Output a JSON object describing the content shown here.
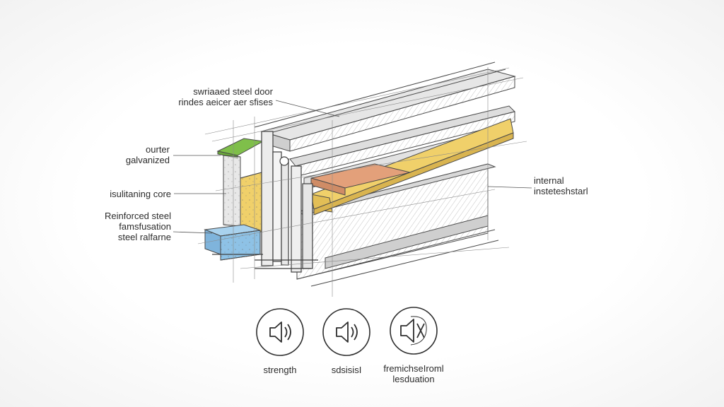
{
  "labels": {
    "top_line1": "swriaaed steel door",
    "top_line2": "rindes aeicer aer sfises",
    "outer_line1": "ourter",
    "outer_line2": "galvanized",
    "insulating_core": "isulitaning core",
    "reinforced_line1": "Reinforced steel",
    "reinforced_line2": "famsfusation",
    "reinforced_line3": "steel ralfarne",
    "internal_line1": "internal",
    "internal_line2": "insteteshstarl"
  },
  "icons": [
    {
      "name": "speaker-icon",
      "caption_lines": [
        "strength"
      ]
    },
    {
      "name": "speaker-icon",
      "caption_lines": [
        "sdsisisI"
      ]
    },
    {
      "name": "speaker-muted-icon",
      "caption_lines": [
        "fremichseIroml",
        "lesduation"
      ]
    }
  ],
  "colors": {
    "green": "#7fbf4a",
    "yellow": "#f0d06a",
    "blue": "#8ec2e6",
    "orange": "#e3a07a",
    "pencil": "#4a4a4a"
  }
}
